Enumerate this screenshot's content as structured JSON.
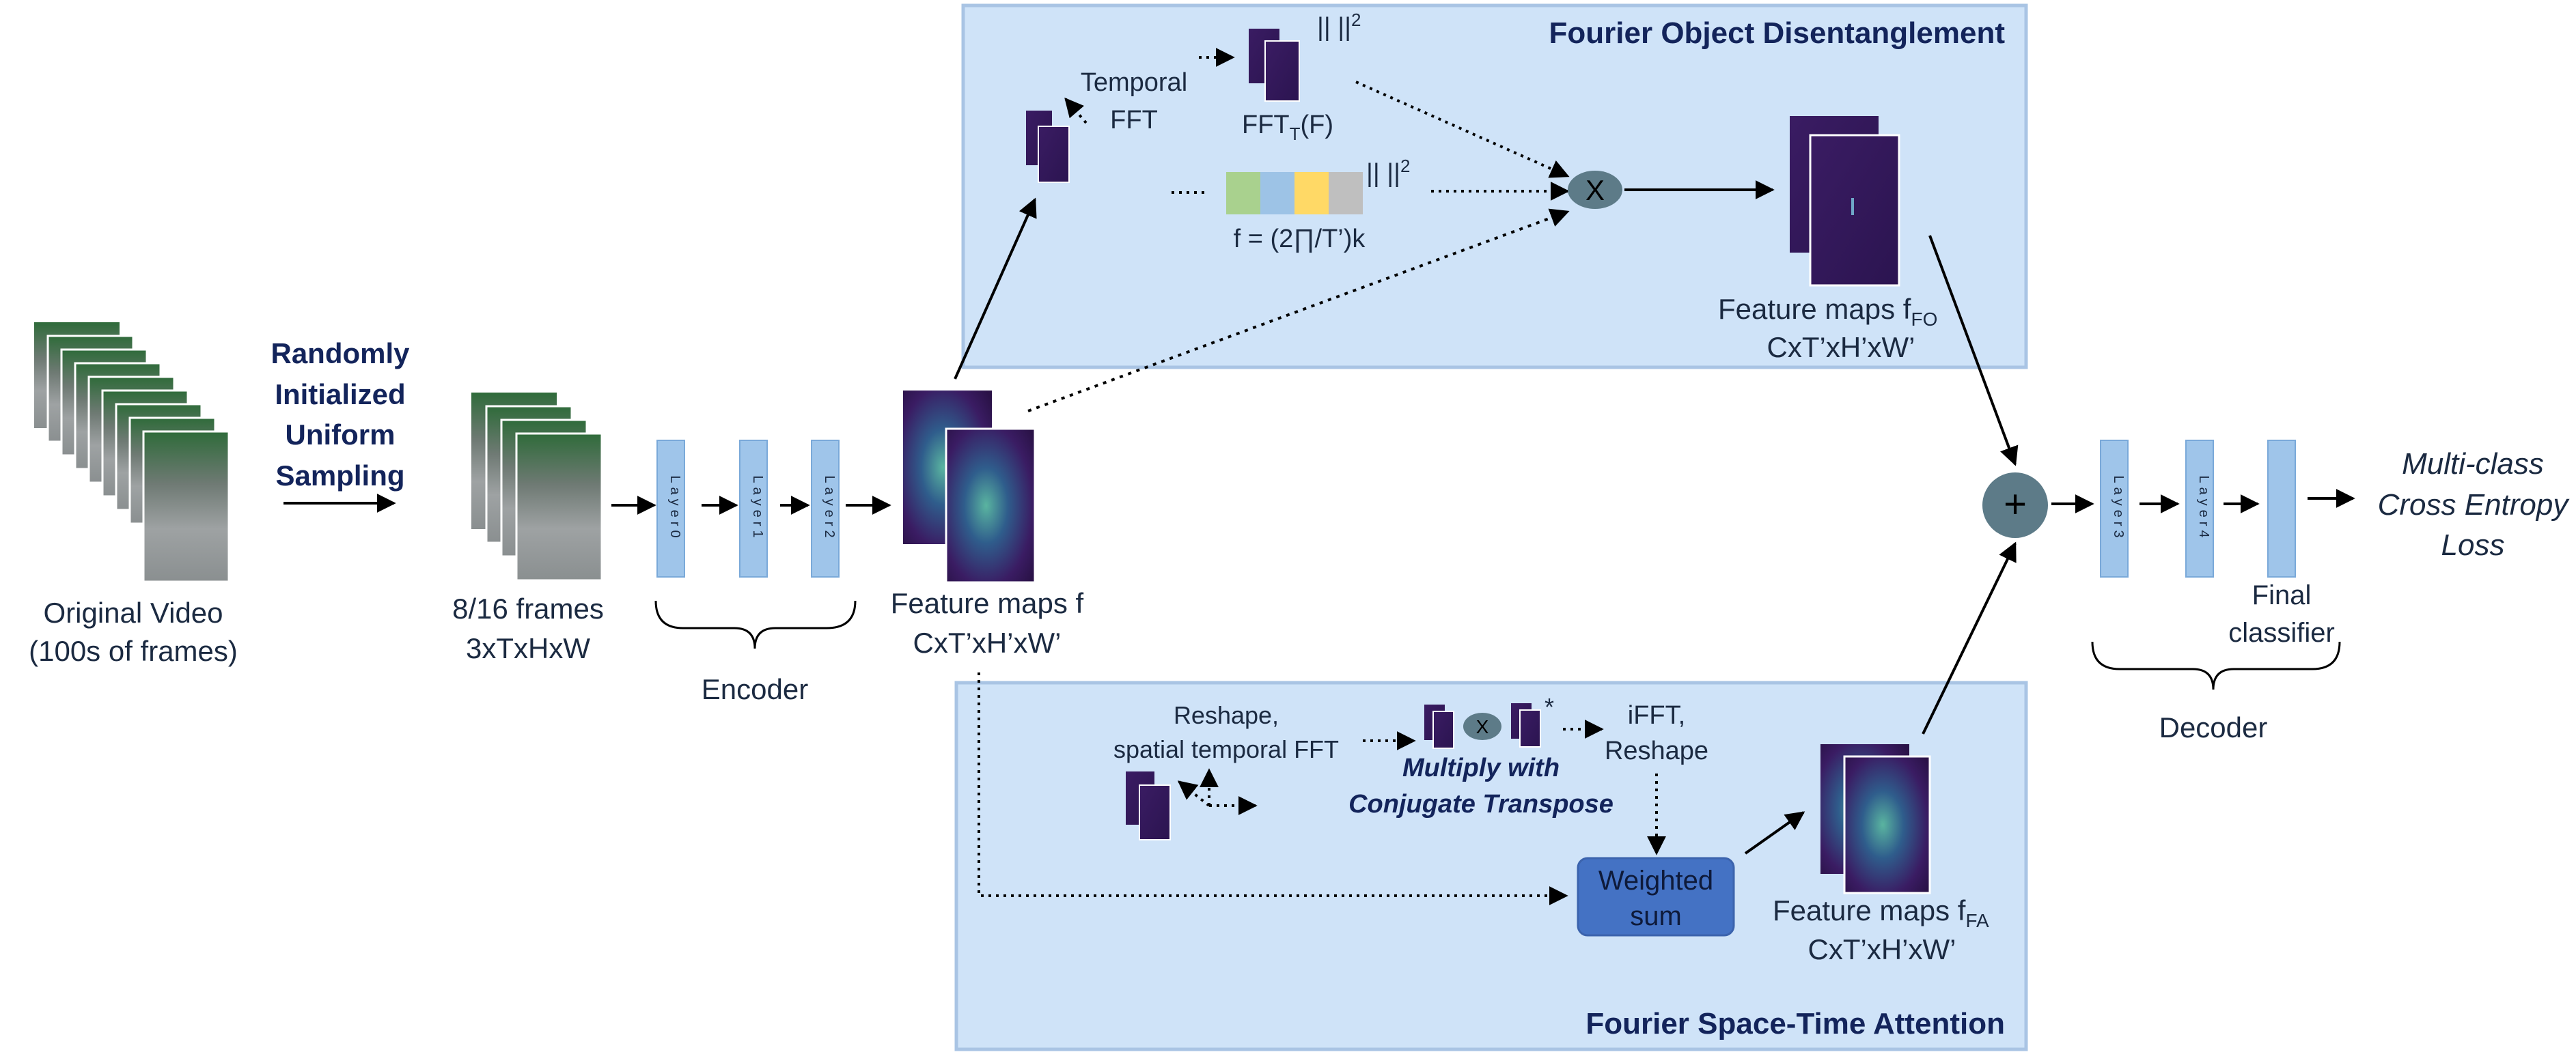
{
  "texts": {
    "original_video_1": "Original Video",
    "original_video_2": "(100s of frames)",
    "sampling_1": "Randomly",
    "sampling_2": "Initialized",
    "sampling_3": "Uniform",
    "sampling_4": "Sampling",
    "frames_1": "8/16 frames",
    "frames_2": "3xTxHxW",
    "layer0": "Layer0",
    "layer1": "Layer1",
    "layer2": "Layer2",
    "layer3": "Layer3",
    "layer4": "Layer4",
    "encoder": "Encoder",
    "fmap_f_1": "Feature maps f",
    "fmap_f_2": "CxT’xH’xW’",
    "fod_title": "Fourier Object Disentanglement",
    "temporal_1": "Temporal",
    "temporal_2": "FFT",
    "norm_1": "|| ||",
    "norm_sup": "2",
    "norm_2": "|| ||",
    "fft_t": "FFT",
    "fft_t_sub": "T",
    "fft_t_arg": "(F)",
    "freq_formula": "f = (2∏/T’)k",
    "multiply_x": "X",
    "fmap_fo_1": "Feature maps f",
    "fmap_fo_sub": "FO",
    "fmap_fo_2": "CxT’xH’xW’",
    "plus": "+",
    "final_1": "Final",
    "final_2": "classifier",
    "decoder": "Decoder",
    "loss_1": "Multi-class",
    "loss_2": "Cross Entropy",
    "loss_3": "Loss",
    "fsta_title": "Fourier Space-Time Attention",
    "reshape_1": "Reshape,",
    "reshape_2": "spatial temporal FFT",
    "small_x": "X",
    "star": "*",
    "multiply_conj_1": "Multiply with",
    "multiply_conj_2": "Conjugate Transpose",
    "ifft_1": "iFFT,",
    "ifft_2": "Reshape",
    "weighted_1": "Weighted",
    "weighted_2": "sum",
    "fmap_fa_1": "Feature maps f",
    "fmap_fa_sub": "FA",
    "fmap_fa_2": "CxT’xH’xW’"
  },
  "colors": {
    "panel_fill": "#cfe3f8",
    "panel_border": "#a9c4e4",
    "layer_block": "#9fc5ea",
    "layer_border": "#7aa9d9",
    "feature_map_dark": "#3a1c63",
    "feature_map_mid": "#2f5d8c",
    "feature_map_hot": "#5ab4a0",
    "weighted_sum": "#4472c4",
    "op_circle": "#5d7b88",
    "title_navy": "#13245b",
    "frame_gray": "#8d9394",
    "frame_green": "#2f6b3a",
    "freq_green": "#a9d18e",
    "freq_blue": "#9dc3e6",
    "freq_yellow": "#ffd966",
    "freq_gray": "#bfbfbf"
  },
  "icons": {
    "video_stack": "video-frame-stack-icon",
    "feature_stack": "feature-map-stack-icon",
    "multiply": "multiply-circle-icon",
    "add": "add-circle-icon"
  }
}
